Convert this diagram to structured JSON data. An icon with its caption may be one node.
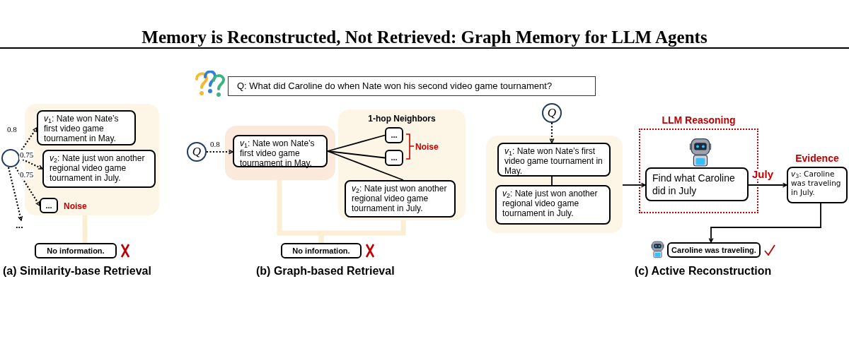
{
  "diagram": {
    "title": "Memory is Reconstructed, Not Retrieved: Graph Memory for LLM Agents",
    "nodes": [
      {
        "text": [],
        "shape": "circle"
      },
      {
        "text": [],
        "shape": "box"
      },
      {
        "text": [
          "*v*$_{1}$: Nate won Nate’s first video game tournament in May."
        ],
        "in": 1
      },
      {
        "text": [
          "*v*$_{2}$: Nate just won another regional video game tournament in July."
        ],
        "in": 1
      },
      {
        "text": [
          "..."
        ],
        "in": 1,
        "beside": [
          "Noise"
        ]
      },
      {
        "text": [
          "..."
        ]
      },
      {
        "text": [
          "No information."
        ]
      },
      {
        "text": [
          "Q: What did Caroline do when Nate won his second video game tournament?"
        ]
      },
      {
        "text": [
          "Q"
        ]
      },
      {
        "text": [],
        "shape": "box"
      },
      {
        "text": [
          "*v*$_{1}$: Nate won Nate’s first video game tournament in May."
        ],
        "in": 9
      },
      {
        "text": [
          "1-hop Neighbors"
        ]
      },
      {
        "text": [
          "..."
        ],
        "in": 11
      },
      {
        "text": [
          "..."
        ],
        "in": 11
      },
      {
        "text": [
          "*v*$_{2}$: Nate just won another regional video game tournament in July."
        ],
        "in": 11
      },
      {
        "text": [
          "No information."
        ]
      },
      {
        "text": [
          "Q"
        ]
      },
      {
        "text": [],
        "shape": "box"
      },
      {
        "text": [
          "*v*$_{1}$: Nate won Nate’s first video game tournament in May."
        ],
        "in": 17
      },
      {
        "text": [
          "*v*$_{2}$: Nate just won another regional video game tournament in July."
        ],
        "in": 17
      },
      {
        "text": [
          "LLM Reasoning"
        ]
      },
      {
        "text": [
          "Find what Caroline did in July"
        ],
        "in": 20
      },
      {
        "text": [
          "Evidence",
          "*v*$_{3}$: Caroline was traveling in July."
        ]
      },
      {
        "text": [
          "Caroline was traveling."
        ]
      }
    ],
    "edges": [
      {
        "from": 0,
        "to": 2,
        "arrow": "to",
        "style": "dashed",
        "label": "0.8"
      },
      {
        "from": 0,
        "to": 3,
        "arrow": "to",
        "style": "dashed",
        "label": "0.75"
      },
      {
        "from": 0,
        "to": 4,
        "arrow": "to",
        "style": "dashed",
        "label": "0.75"
      },
      {
        "from": 0,
        "to": 5,
        "arrow": "to",
        "style": "dashed"
      },
      {
        "from": 1,
        "to": 6,
        "arrow": "none",
        "style": "thick",
        "color": "#fbeed3"
      },
      {
        "from": 8,
        "to": 10,
        "arrow": "to",
        "style": "dashed",
        "label": "0.8"
      },
      {
        "from": 10,
        "to": 12,
        "arrow": "none"
      },
      {
        "from": 10,
        "to": 13,
        "arrow": "none"
      },
      {
        "from": 10,
        "to": 14,
        "arrow": "none"
      },
      {
        "from": 9,
        "to": 15,
        "arrow": "none",
        "style": "thick",
        "color": "#fbeed3"
      },
      {
        "from": 11,
        "to": 15,
        "arrow": "none",
        "style": "thick",
        "color": "#fbeed3"
      },
      {
        "from": 16,
        "to": 18,
        "arrow": "to",
        "style": "dashed"
      },
      {
        "from": 18,
        "to": 19,
        "arrow": "none"
      },
      {
        "from": 17,
        "to": 21,
        "arrow": "to"
      },
      {
        "from": 21,
        "to": 22,
        "arrow": "to",
        "label": "July"
      },
      {
        "from": 22,
        "to": 23,
        "arrow": "to"
      }
    ],
    "labels": [
      "Noise",
      "(a) Similarity-base Retrieval",
      "(b) Graph-based Retrieval",
      "(c) Active Reconstruction"
    ]
  }
}
